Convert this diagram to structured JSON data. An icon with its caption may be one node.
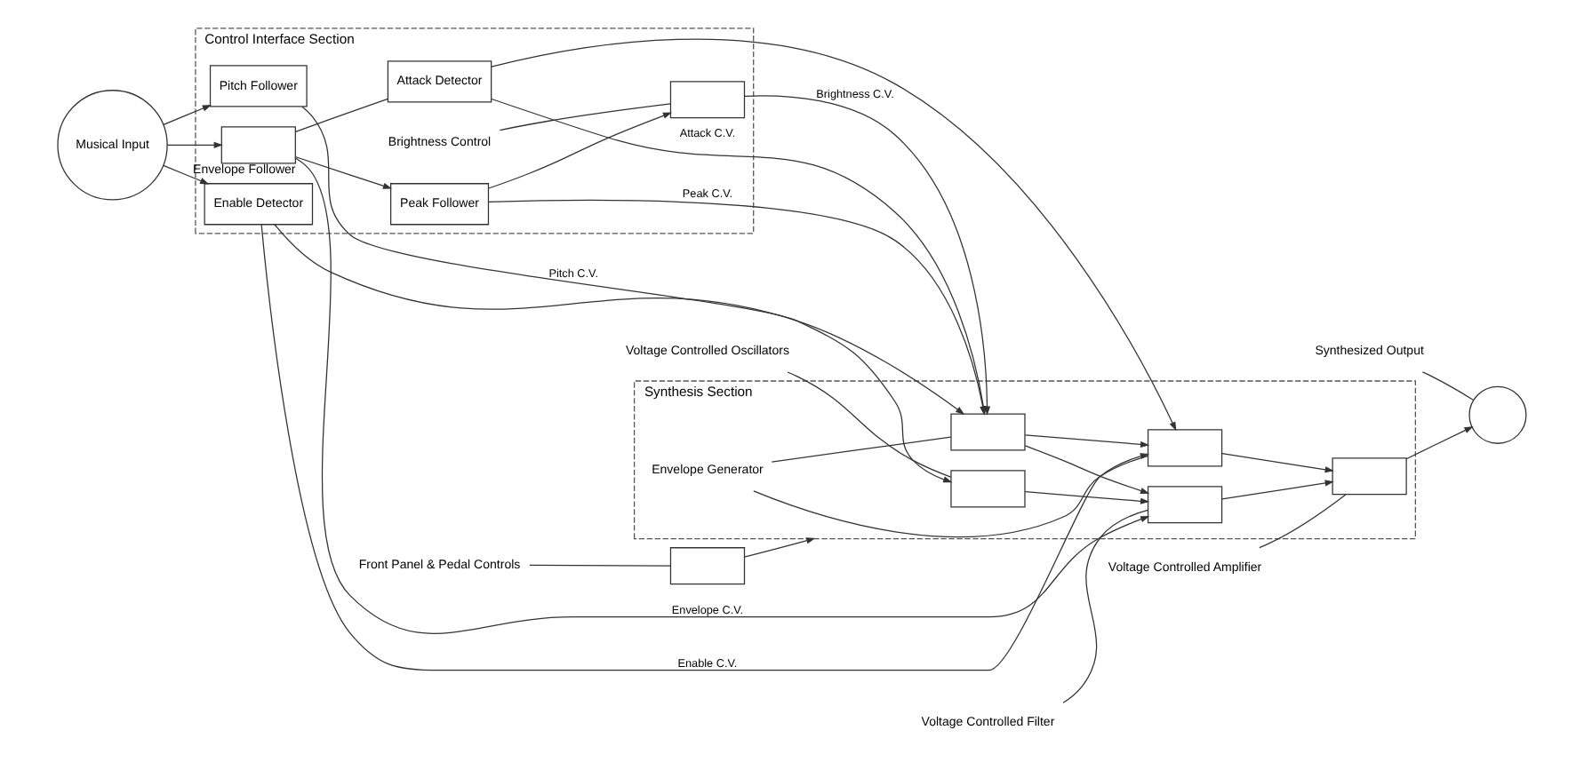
{
  "diagram": {
    "nodes": [
      {
        "text": [
          "Musical Input"
        ]
      },
      {
        "text": [
          "Front Panel & Pedal Controls"
        ]
      },
      {
        "text": [],
        "shape": "box"
      },
      {
        "text": [
          "Synthesized Output"
        ]
      },
      {
        "text": [],
        "shape": "circle"
      },
      {
        "text": [
          "Control Interface Section"
        ]
      },
      {
        "text": [
          "Pitch Follower"
        ],
        "in": 5
      },
      {
        "text": [
          "Peak Follower"
        ],
        "in": 5
      },
      {
        "text": [],
        "shape": "box",
        "in": 5
      },
      {
        "text": [
          "Brightness Control"
        ],
        "in": 5
      },
      {
        "text": [],
        "shape": "box",
        "in": 5,
        "beside": [
          "Envelope Follower"
        ]
      },
      {
        "text": [
          "Attack Detector"
        ],
        "in": 5
      },
      {
        "text": [
          "Enable Detector"
        ],
        "in": 5
      },
      {
        "text": [
          "Synthesis Section"
        ]
      },
      {
        "text": [],
        "shape": "box",
        "in": 13
      },
      {
        "text": [],
        "shape": "box",
        "in": 13
      },
      {
        "text": [],
        "shape": "box",
        "in": 13
      },
      {
        "text": [],
        "shape": "box",
        "in": 13
      },
      {
        "text": [],
        "shape": "box",
        "in": 13
      },
      {
        "text": [
          "Envelope Generator"
        ],
        "in": 13
      },
      {
        "text": [
          "Voltage Controlled Amplifier"
        ]
      },
      {
        "text": [
          "Voltage Controlled Filter"
        ]
      },
      {
        "text": [
          "Voltage Controlled Oscillators"
        ]
      }
    ],
    "edges": [
      {
        "from": 0,
        "to": 6,
        "arrow": "to"
      },
      {
        "from": 0,
        "to": 10,
        "arrow": "to"
      },
      {
        "from": 0,
        "to": 12,
        "arrow": "to"
      },
      {
        "from": 10,
        "to": 7,
        "arrow": "to"
      },
      {
        "from": 10,
        "to": 11,
        "arrow": "none"
      },
      {
        "from": 10,
        "to": 15,
        "label": "Envelope C.V.",
        "arrow": "to"
      },
      {
        "from": 6,
        "to": 14,
        "label": "Pitch C.V.",
        "arrow": "to"
      },
      {
        "from": 7,
        "to": 8,
        "arrow": "to"
      },
      {
        "from": 8,
        "to": 17,
        "label": "Brightness C.V.",
        "arrow": "to"
      },
      {
        "from": 7,
        "to": 17,
        "label": "Peak C.V.",
        "arrow": "to"
      },
      {
        "from": 11,
        "to": 17,
        "label": "Attack C.V.",
        "arrow": "to"
      },
      {
        "from": 11,
        "to": 18,
        "arrow": "to"
      },
      {
        "from": 12,
        "to": 18,
        "label": "Enable C.V.",
        "arrow": "to"
      },
      {
        "from": 12,
        "to": 17,
        "arrow": "to"
      },
      {
        "from": 14,
        "to": 15,
        "arrow": "to"
      },
      {
        "from": 15,
        "to": 16,
        "arrow": "to"
      },
      {
        "from": 17,
        "to": 15,
        "arrow": "to"
      },
      {
        "from": 17,
        "to": 18,
        "arrow": "to"
      },
      {
        "from": 18,
        "to": 16,
        "arrow": "to"
      },
      {
        "from": 16,
        "to": 4,
        "arrow": "to"
      },
      {
        "from": 2,
        "to": 13,
        "arrow": "to"
      },
      {
        "from": 1,
        "to": 2,
        "arrow": "none"
      },
      {
        "from": 3,
        "to": 4,
        "arrow": "none"
      },
      {
        "from": 9,
        "to": 8,
        "arrow": "none"
      },
      {
        "from": 19,
        "to": 17,
        "arrow": "none"
      },
      {
        "from": 19,
        "to": 18,
        "arrow": "none"
      },
      {
        "from": 20,
        "to": 16,
        "arrow": "none"
      },
      {
        "from": 21,
        "to": 15,
        "arrow": "none"
      },
      {
        "from": 22,
        "to": 14,
        "arrow": "none"
      }
    ]
  }
}
